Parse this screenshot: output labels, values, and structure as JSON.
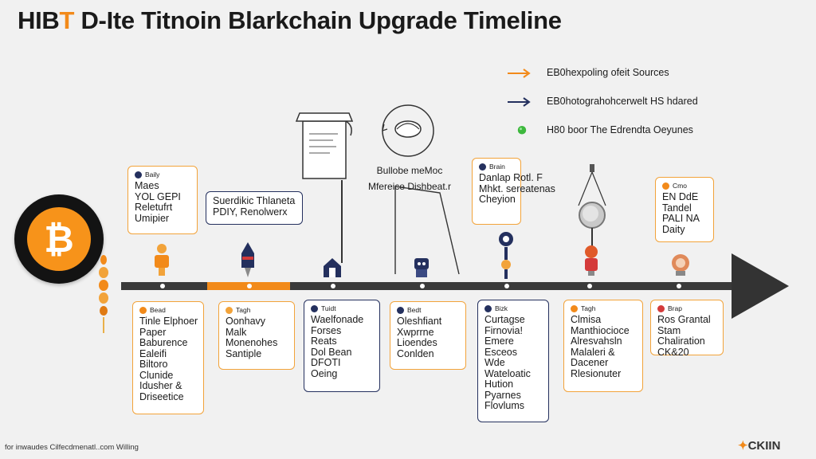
{
  "title": {
    "prefix": "HIB",
    "accent": "T",
    "rest": " D-Ite Titnoin Blarkchain Upgrade Timeline"
  },
  "legend": [
    {
      "label": "EB0hexpoling ofeit Sources",
      "sub": "",
      "color": "#f28a1a",
      "symbol": "arrow"
    },
    {
      "label": "EB0hotograhohcerwelt HS hdared",
      "sub": "",
      "color": "#24305e",
      "symbol": "arrow"
    },
    {
      "label": "H80 boor The Edrendta Oeyunes",
      "sub": "",
      "color": "#3db83d",
      "symbol": "dot"
    }
  ],
  "upper_callouts": [
    {
      "header": "Baily",
      "lines": [
        "Maes",
        "YOL GEPI",
        "Reletufrt",
        "Umipier"
      ]
    },
    {
      "header": "",
      "lines": [
        "Suerdikic Thlaneta",
        "PDIY, Renolwerx"
      ]
    },
    {
      "header": "Brain",
      "lines": [
        "Danlap Rotl. F",
        "Mhkt. sereatenas",
        "Cheyion"
      ]
    },
    {
      "header": "Cmo",
      "lines": [
        "EN DdE",
        "Tandel",
        "PALI NA",
        "Daity"
      ]
    }
  ],
  "center_note": {
    "lines": [
      "Bullobe meMoc",
      "Mfereice Dishbeat.r"
    ]
  },
  "lower_cards": [
    {
      "header": "Bead",
      "icon_color": "#f28a1a",
      "lines": [
        "Tinle Elphoer",
        "Paper",
        "Baburence",
        "Ealeifi",
        "Biltoro",
        "Clunide",
        "Idusher &",
        "Driseetice"
      ]
    },
    {
      "header": "Tagh",
      "icon_color": "#f2a33a",
      "lines": [
        "Oonhavy",
        "Malk",
        "Monenohes",
        "Santiple"
      ]
    },
    {
      "header": "Tuidt",
      "icon_color": "#24305e",
      "lines": [
        "Waelfonade",
        "Forses",
        "Reats",
        "Dol Bean",
        "DFOTI",
        "Oeing"
      ]
    },
    {
      "header": "Bedt",
      "icon_color": "#24305e",
      "lines": [
        "Oleshfiant",
        "Xwprrne",
        "Lioendes",
        "Conlden"
      ]
    },
    {
      "header": "Bizk",
      "icon_color": "#24305e",
      "lines": [
        "Curtagse",
        "Firnovia!",
        "Emere",
        "Esceos",
        "Wde",
        "Wateloatic",
        "Hution",
        "Pyarnes",
        "Flovlums"
      ]
    },
    {
      "header": "Tagh",
      "icon_color": "#f28a1a",
      "lines": [
        "Clmisa",
        "Manthiocioce",
        "Alresvahsln",
        "Malaleri &",
        "Dacener",
        "Rlesionuter"
      ]
    },
    {
      "header": "Brap",
      "icon_color": "#d43a3a",
      "lines": [
        "Ros Grantal",
        "Stam",
        "Chaliration",
        "CK&20"
      ]
    }
  ],
  "footer": "for inwaudes Cilfecdmenatl..com Willing",
  "brand": {
    "mark": "✦",
    "text": "CKIIN"
  },
  "colors": {
    "accent": "#f28a1a",
    "navy": "#24305e",
    "timeline": "#3a3a3a",
    "green": "#3db83d"
  }
}
